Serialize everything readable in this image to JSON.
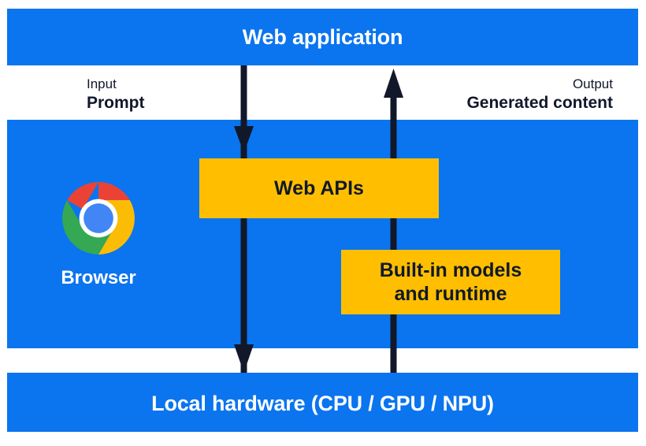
{
  "diagram": {
    "title": "Web application / Browser / Local hardware built-in AI flow",
    "colors": {
      "band_blue": "#0b74ef",
      "box_amber": "#ffbf00",
      "arrow_navy": "#11182a",
      "text_on_blue": "#ffffff",
      "text_dark": "#11182a",
      "background": "#ffffff"
    },
    "bands": {
      "top": {
        "label": "Web application"
      },
      "bottom": {
        "label": "Local hardware (CPU / GPU / NPU)"
      }
    },
    "flows": {
      "input": {
        "kind": "Input",
        "value": "Prompt",
        "direction": "down"
      },
      "output": {
        "kind": "Output",
        "value": "Generated content",
        "direction": "up"
      }
    },
    "browser": {
      "label": "Browser",
      "icon": "chrome-logo-icon",
      "chrome_colors": {
        "red": "#ea4335",
        "yellow": "#fbbc05",
        "green": "#34a853",
        "blue": "#4285f4",
        "ring": "#ffffff"
      }
    },
    "boxes": [
      {
        "id": "web-apis",
        "label": "Web APIs"
      },
      {
        "id": "built-in-models",
        "label_line1": "Built-in models",
        "label_line2": "and runtime"
      }
    ],
    "arrows": [
      {
        "id": "input-arrow",
        "from": "Web application",
        "to": "Local hardware (CPU / GPU / NPU)",
        "direction": "down",
        "heads": 2
      },
      {
        "id": "output-arrow",
        "from": "Local hardware (CPU / GPU / NPU)",
        "to": "Web application",
        "direction": "up",
        "heads": 1
      }
    ]
  }
}
